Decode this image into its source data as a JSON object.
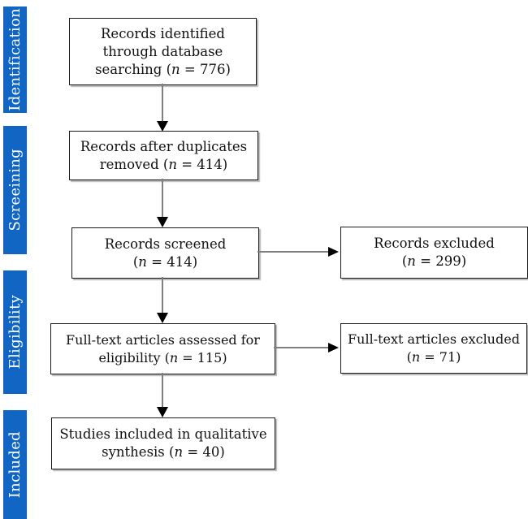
{
  "diagram": {
    "type": "prisma-flowchart",
    "stages": [
      {
        "label": "Identification"
      },
      {
        "label": "Screeining"
      },
      {
        "label": "Eligibility"
      },
      {
        "label": "Included"
      }
    ],
    "boxes": [
      {
        "name": "records-identified",
        "lines": [
          "Records identified",
          "through database",
          "searching (n = 776)"
        ]
      },
      {
        "name": "records-after-duplicates",
        "lines": [
          "Records after duplicates",
          "removed (n = 414)"
        ]
      },
      {
        "name": "records-screened",
        "lines": [
          "Records screened",
          "(n = 414)"
        ]
      },
      {
        "name": "records-excluded",
        "lines": [
          "Records excluded",
          "(n = 299)"
        ]
      },
      {
        "name": "fulltext-assessed",
        "lines": [
          "Full-text articles assessed for",
          "eligibility (n = 115)"
        ]
      },
      {
        "name": "fulltext-excluded",
        "lines": [
          "Full-text articles excluded",
          "(n = 71)"
        ]
      },
      {
        "name": "studies-included",
        "lines": [
          "Studies included in qualitative",
          "synthesis (n = 40)"
        ]
      }
    ],
    "counts": {
      "identified": 776,
      "after_duplicates": 414,
      "screened": 414,
      "records_excluded": 299,
      "fulltext_assessed": 115,
      "fulltext_excluded": 71,
      "qualitative_synthesis": 40
    },
    "colors": {
      "stage_bar": "#1166c4",
      "stage_text": "#ffffff",
      "box_border": "#1a1a1a",
      "arrow_line": "#7f7f7f",
      "arrow_head": "#000000",
      "background": "#ffffff"
    }
  }
}
